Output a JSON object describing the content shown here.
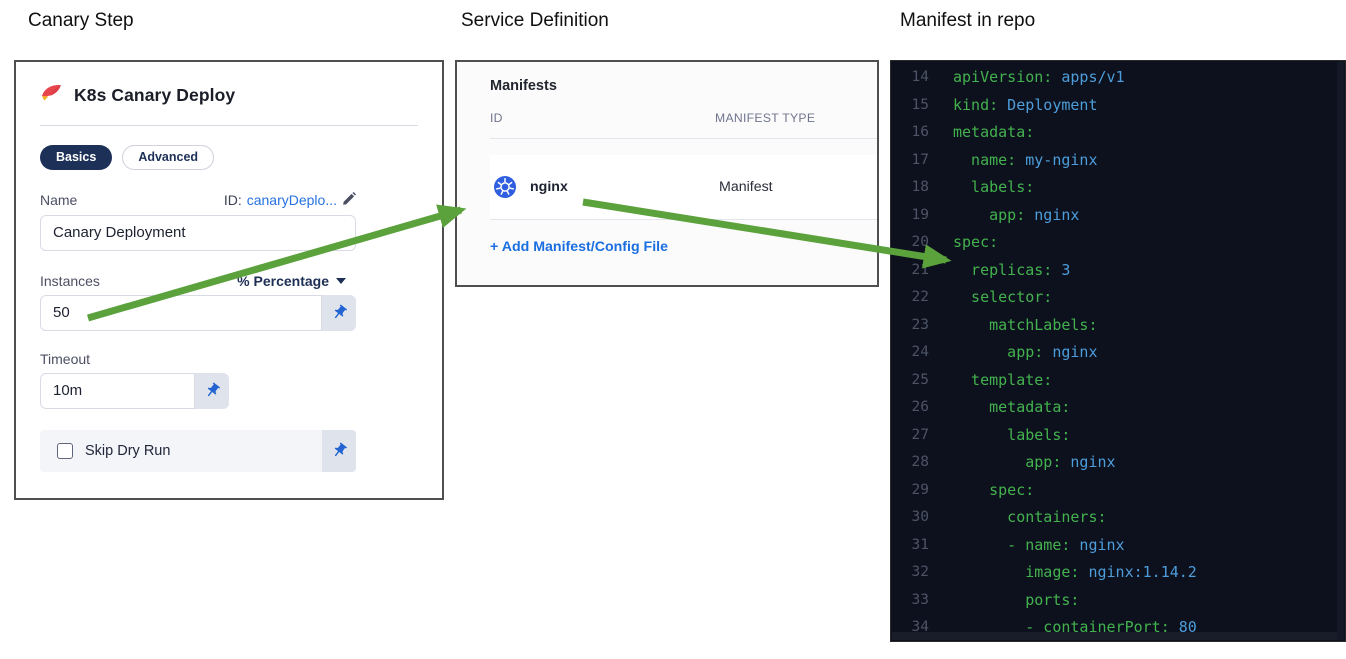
{
  "labels": {
    "canary_step": "Canary Step",
    "service_definition": "Service Definition",
    "manifest_in_repo": "Manifest in repo"
  },
  "canary_panel": {
    "title": "K8s Canary Deploy",
    "tabs": [
      {
        "label": "Basics",
        "active": true
      },
      {
        "label": "Advanced",
        "active": false
      }
    ],
    "name_label": "Name",
    "id_prefix": "ID:",
    "id_value": "canaryDeplo...",
    "name_value": "Canary Deployment",
    "instances_label": "Instances",
    "unit_selector_value": "% Percentage",
    "instances_value": "50",
    "timeout_label": "Timeout",
    "timeout_value": "10m",
    "skip_dry_run_label": "Skip Dry Run",
    "skip_dry_run_checked": false
  },
  "service_panel": {
    "title": "Manifests",
    "columns": [
      "ID",
      "MANIFEST TYPE"
    ],
    "rows": [
      {
        "id": "nginx",
        "type": "Manifest",
        "icon": "kubernetes-icon"
      }
    ],
    "add_link": "+ Add Manifest/Config File"
  },
  "code_panel": {
    "language": "yaml",
    "lines": [
      {
        "n": "14",
        "k": "apiVersion:",
        "v": " apps/v1"
      },
      {
        "n": "15",
        "k": "kind:",
        "v": " Deployment"
      },
      {
        "n": "16",
        "k": "metadata:",
        "v": ""
      },
      {
        "n": "17",
        "k": "  name:",
        "v": " my-nginx"
      },
      {
        "n": "18",
        "k": "  labels:",
        "v": ""
      },
      {
        "n": "19",
        "k": "    app:",
        "v": " nginx"
      },
      {
        "n": "20",
        "k": "spec:",
        "v": ""
      },
      {
        "n": "21",
        "k": "  replicas:",
        "v": " 3"
      },
      {
        "n": "22",
        "k": "  selector:",
        "v": ""
      },
      {
        "n": "23",
        "k": "    matchLabels:",
        "v": ""
      },
      {
        "n": "24",
        "k": "      app:",
        "v": " nginx"
      },
      {
        "n": "25",
        "k": "  template:",
        "v": ""
      },
      {
        "n": "26",
        "k": "    metadata:",
        "v": ""
      },
      {
        "n": "27",
        "k": "      labels:",
        "v": ""
      },
      {
        "n": "28",
        "k": "        app:",
        "v": " nginx"
      },
      {
        "n": "29",
        "k": "    spec:",
        "v": ""
      },
      {
        "n": "30",
        "k": "      containers:",
        "v": ""
      },
      {
        "n": "31",
        "k": "      - name:",
        "v": " nginx"
      },
      {
        "n": "32",
        "k": "        image:",
        "v": " nginx:1.14.2"
      },
      {
        "n": "33",
        "k": "        ports:",
        "v": ""
      },
      {
        "n": "34",
        "k": "        - containerPort:",
        "v": " 80"
      }
    ]
  },
  "colors": {
    "arrow_green": "#5ba23c",
    "tab_active_navy": "#1d3158",
    "link_blue": "#1a6fe0",
    "id_link_blue": "#2572e0",
    "pin_blue": "#2364d2",
    "kubernetes_blue": "#2f5fe0",
    "code_background": "#0c111d",
    "code_key_green": "#43b24e",
    "code_value_blue": "#4d9ddb",
    "code_line_number_gray": "#4d5466",
    "panel_border_gray": "#4f4f4f"
  }
}
